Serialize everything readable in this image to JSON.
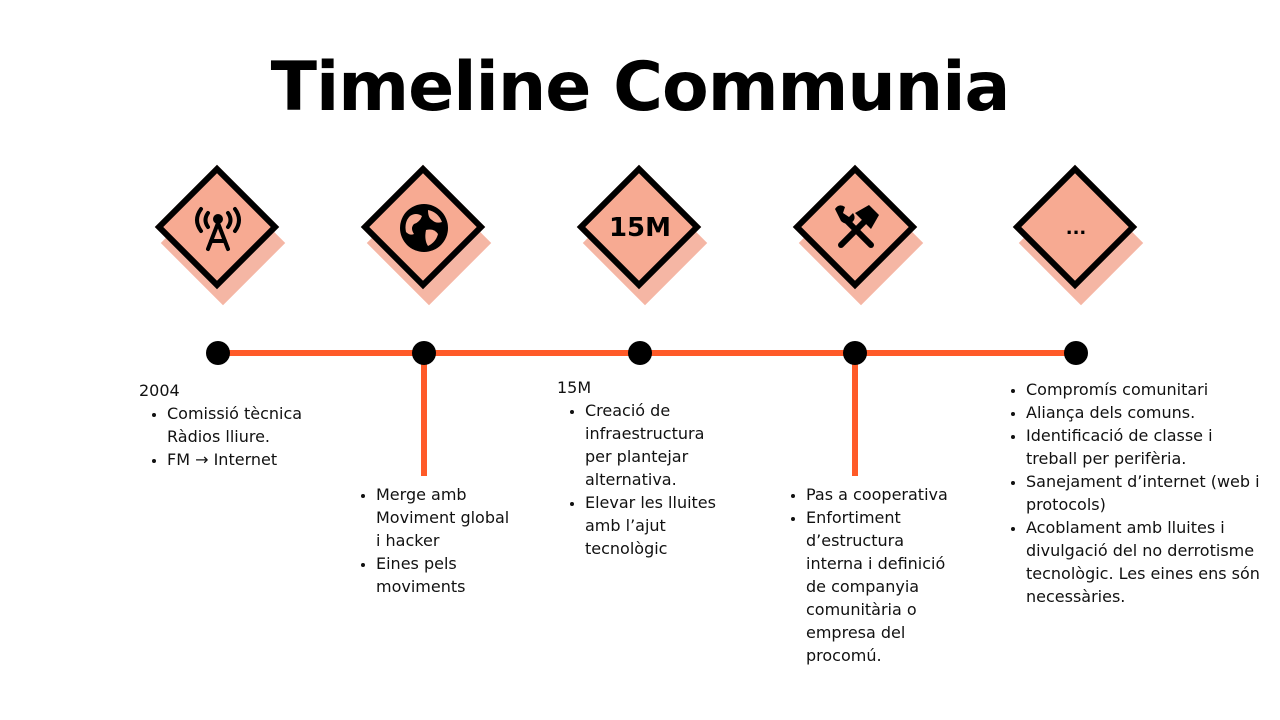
{
  "title": "Timeline Communia",
  "colors": {
    "accent": "#ff5a28",
    "diamond_fill": "#f7aa92",
    "diamond_shadow": "#f5b6a4"
  },
  "nodes": [
    {
      "icon": "antenna-icon",
      "label": ""
    },
    {
      "icon": "globe-icon",
      "label": ""
    },
    {
      "icon": "",
      "label": "15M"
    },
    {
      "icon": "tools-icon",
      "label": ""
    },
    {
      "icon": "",
      "label": "..."
    }
  ],
  "events": [
    {
      "heading": "2004",
      "items": [
        "Comissió tècnica Ràdios lliure.",
        "FM → Internet"
      ]
    },
    {
      "heading": "",
      "items": [
        "Merge amb Moviment global i hacker",
        "Eines pels moviments"
      ]
    },
    {
      "heading": "15M",
      "items": [
        "Creació de infraestructura per plantejar alternativa.",
        "Elevar les lluites amb l’ajut tecnològic"
      ]
    },
    {
      "heading": "",
      "items": [
        "Pas a cooperativa",
        "Enfortiment d’estructura interna i definició de companyia comunitària o empresa del procomú."
      ]
    },
    {
      "heading": "",
      "items": [
        "Compromís comunitari",
        "Aliança dels comuns.",
        "Identificació de classe i treball per perifèria.",
        "Sanejament d’internet (web i protocols)",
        "Acoblament amb lluites i divulgació del no derrotisme tecnològic. Les eines ens són necessàries."
      ]
    }
  ]
}
